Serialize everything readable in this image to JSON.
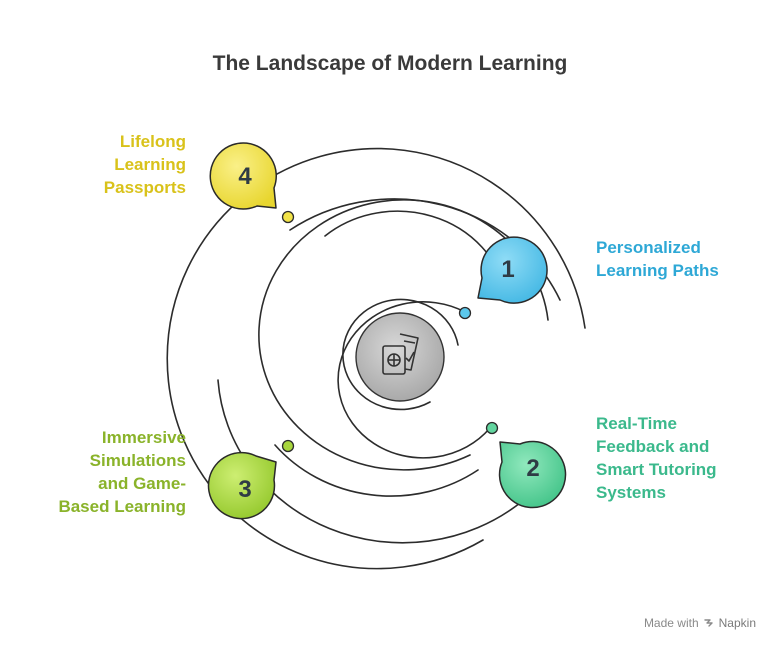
{
  "title": "The Landscape of Modern Learning",
  "items": [
    {
      "number": "1",
      "lines": [
        "Personalized",
        "Learning Paths"
      ],
      "color": "#2ea8d6",
      "fill": "#5cc8ec"
    },
    {
      "number": "2",
      "lines": [
        "Real-Time",
        "Feedback and",
        "Smart Tutoring",
        "Systems"
      ],
      "color": "#3bb98c",
      "fill": "#62d59f"
    },
    {
      "number": "3",
      "lines": [
        "Immersive",
        "Simulations",
        "and Game-",
        "Based Learning"
      ],
      "color": "#8ab32a",
      "fill": "#a8d63d"
    },
    {
      "number": "4",
      "lines": [
        "Lifelong",
        "Learning",
        "Passports"
      ],
      "color": "#d9c21a",
      "fill": "#f2e348"
    }
  ],
  "center_icon": "passport-ticket-icon",
  "footer": {
    "made_with": "Made with",
    "brand": "Napkin",
    "brand_icon": "napkin-logo-icon"
  }
}
